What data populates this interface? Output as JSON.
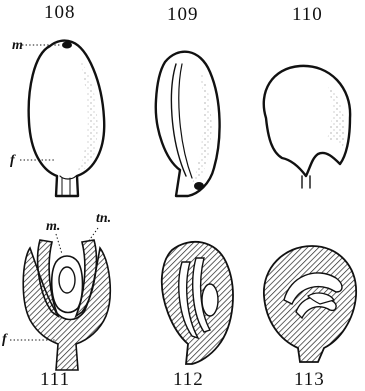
{
  "figures": [
    {
      "number": "108"
    },
    {
      "number": "109"
    },
    {
      "number": "110"
    },
    {
      "number": "111"
    },
    {
      "number": "112"
    },
    {
      "number": "113"
    }
  ],
  "labels": {
    "micropyle_108": "m",
    "funicle_108": "f",
    "micropyle_111": "m.",
    "tegument_111": "tn.",
    "funicle_111": "f"
  }
}
